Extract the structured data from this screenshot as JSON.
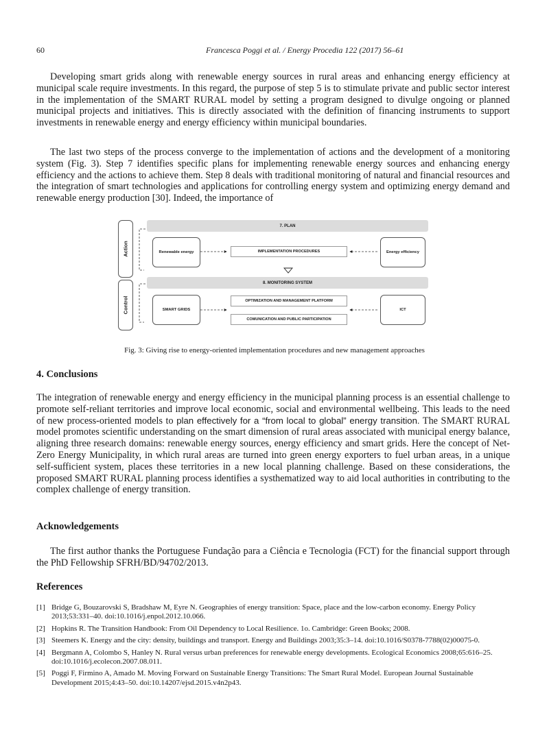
{
  "header": {
    "page_number": "60",
    "citation": "Francesca Poggi et al. / Energy Procedia 122 (2017) 56–61"
  },
  "body": {
    "para1": "Developing smart grids along with renewable energy sources in rural areas and enhancing energy efficiency at municipal scale require investments. In this regard, the purpose of step 5 is to stimulate private and public sector interest in the implementation of the SMART RURAL model by setting a program designed to divulge ongoing or planned municipal projects and initiatives. This is directly associated with the definition of financing instruments to support investments in renewable energy and energy efficiency within municipal boundaries.",
    "para2": "The last two steps of the process converge to the implementation of actions and the development of a monitoring system (Fig. 3). Step 7 identifies specific plans for implementing renewable energy sources and enhancing energy efficiency and the actions to achieve them. Step 8 deals with traditional monitoring of natural and financial resources and the integration of smart technologies and applications for controlling energy system and optimizing energy demand and renewable energy production [30]. Indeed, the importance of"
  },
  "figure": {
    "side_action": "Action",
    "side_control": "Control",
    "bar_plan": "7. PLAN",
    "bar_monitoring": "8. MONITORING SYSTEM",
    "node_renewable": "Renewable energy",
    "node_efficiency": "Energy efficiency",
    "node_smart_grids": "SMART GRIDS",
    "node_ict": "ICT",
    "proc_implementation": "IMPLEMENTATION PROCEDURES",
    "proc_optimization": "OPTIMIZATION AND MANAGEMENT PLATFORM",
    "proc_communication": "COMUNICATION AND PUBLIC PARTICIPATION",
    "caption": "Fig. 3: Giving rise to energy-oriented implementation procedures and new management approaches"
  },
  "conclusions": {
    "heading": "4. Conclusions",
    "text_a": "The integration of renewable energy and energy efficiency in the municipal planning process is an essential challenge to promote self-reliant territories and improve local economic, social and environmental wellbeing. This leads to the need of new process-oriented models to ",
    "text_b": "plan effectively for a “from local to global” energy transition.",
    "text_c": " The SMART RURAL model promotes scientific understanding on the smart dimension of rural areas associated with municipal energy balance, aligning three research domains: renewable energy sources, energy efficiency and smart grids.  Here the concept of Net-Zero Energy Municipality, in which rural areas are turned into green energy exporters to fuel urban areas, in a unique self-sufficient system, places these territories in a new local planning challenge. Based on these considerations, the proposed SMART RURAL planning process identifies a systhematized way to aid local authorities in contributing to the complex challenge of energy transition."
  },
  "acknowledgements": {
    "heading": "Acknowledgements",
    "text": "The first author thanks the Portuguese Fundação para a Ciência e Tecnologia (FCT) for the financial support through the PhD Fellowship SFRH/BD/94702/2013."
  },
  "references": {
    "heading": "References",
    "items": [
      {
        "num": "[1]",
        "text": "Bridge G, Bouzarovski S, Bradshaw M, Eyre N. Geographies of energy transition: Space, place and the low-carbon economy. Energy Policy 2013;53:331–40. doi:10.1016/j.enpol.2012.10.066."
      },
      {
        "num": "[2]",
        "text": "Hopkins R. The Transition Handbook: From Oil Dependency to Local Resilience. 1o. Cambridge: Green Books; 2008."
      },
      {
        "num": "[3]",
        "text": "Steemers K. Energy and the city: density, buildings and transport. Energy and Buildings 2003;35:3–14. doi:10.1016/S0378-7788(02)00075-0."
      },
      {
        "num": "[4]",
        "text": "Bergmann A, Colombo S, Hanley N. Rural versus urban preferences for renewable energy developments. Ecological Economics 2008;65:616–25. doi:10.1016/j.ecolecon.2007.08.011."
      },
      {
        "num": "[5]",
        "text": "Poggi F, Firmino A, Amado M. Moving Forward on Sustainable Energy Transitions: The Smart Rural Model. European Journal Sustainable Development 2015;4:43–50. doi:10.14207/ejsd.2015.v4n2p43."
      }
    ]
  }
}
